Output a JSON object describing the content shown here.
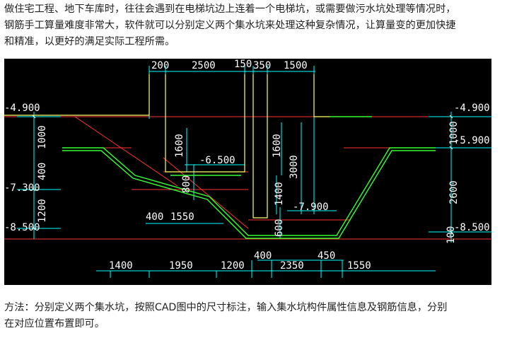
{
  "intro": {
    "lines": [
      "做住宅工程、地下车库时，往往会遇到在电梯坑边上连着一个电梯坑，或需要做污水坑处理等情况时，",
      "钢筋手工算量难度非常大，软件就可以分别定义两个集水坑来处理这种复杂情况，让算量变的更加快捷",
      "和精准，以更好的满足实际工程所需。"
    ]
  },
  "drawing": {
    "top_dims": [
      "200",
      "2500",
      "150",
      "350",
      "1500"
    ],
    "bottom_dims": [
      "1400",
      "1950",
      "1200",
      "400",
      "2350",
      "450",
      "1550"
    ],
    "mid_dims": {
      "d400": "400",
      "d1550": "1550",
      "d400b": "400",
      "d450b": "450"
    },
    "left_vertical_dims": [
      "1000",
      "400",
      "1200"
    ],
    "inner_vertical_dims": [
      "1600",
      "800",
      "1600",
      "3000",
      "1400",
      "600"
    ],
    "right_vertical_dims": [
      "1000",
      "2600",
      "100"
    ],
    "elevations": {
      "left_top": "-4.900",
      "left_mid": "-7.300",
      "left_bottom": "-8.500",
      "inner_a": "-6.500",
      "inner_b": "-7.900",
      "right_top": "-4.900",
      "right_mid": "-5.900",
      "right_bottom": "-8.500"
    },
    "colors": {
      "background": "#000000",
      "dim_lines": "#00ffff",
      "slab": "#00ff00",
      "wall": "#ffff00",
      "rebar_red": "#ff3333",
      "text": "#ffffff"
    }
  },
  "method": {
    "lines": [
      "方法：分别定义两个集水坑，按照CAD图中的尺寸标注，输入集水坑构件属性信息及钢筋信息，分别",
      "在对应位置布置即可。"
    ]
  }
}
